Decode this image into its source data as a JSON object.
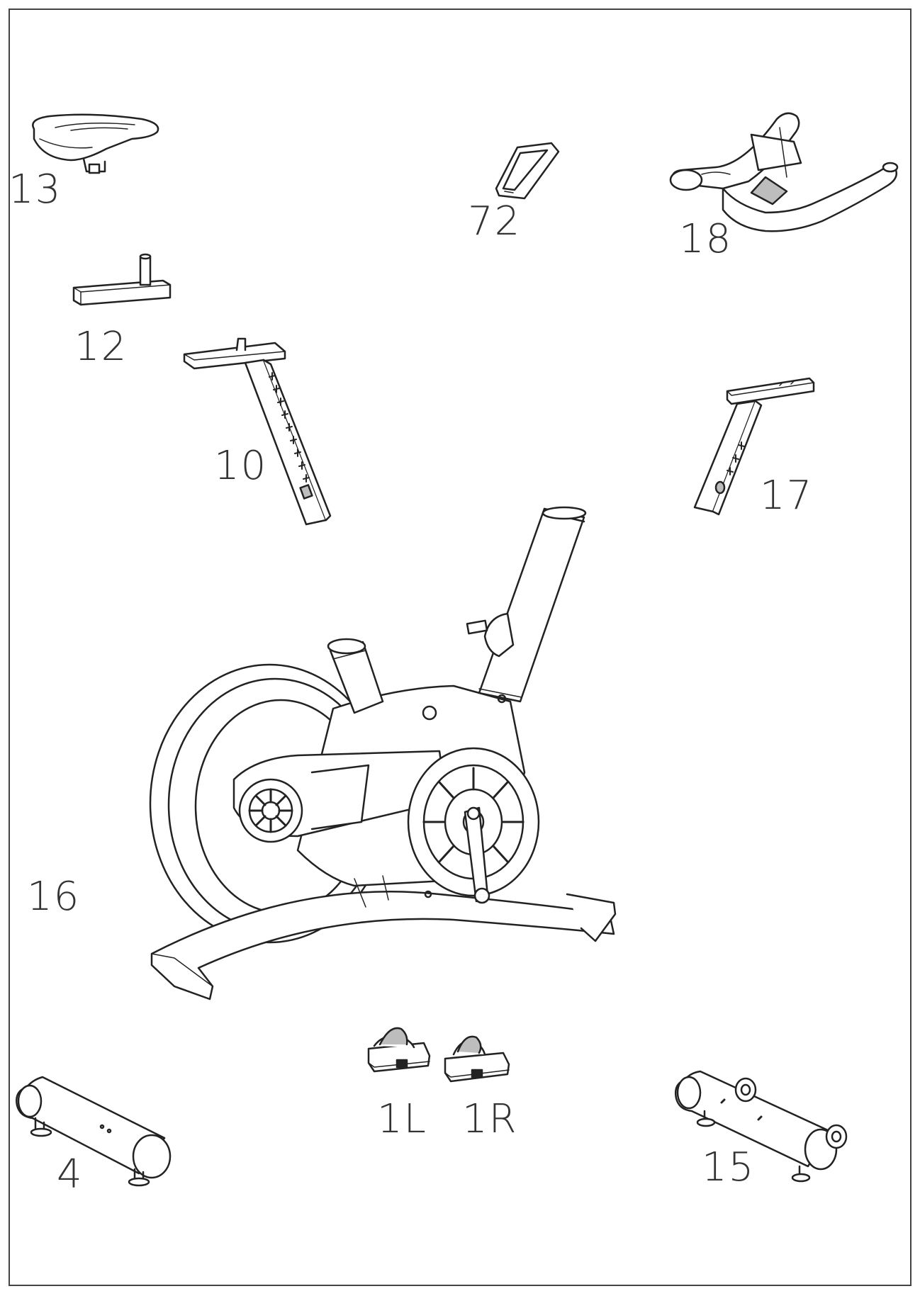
{
  "parts": {
    "seat": {
      "label": "13"
    },
    "console": {
      "label": "72"
    },
    "handlebar": {
      "label": "18"
    },
    "seat_slider": {
      "label": "12"
    },
    "seat_post": {
      "label": "10"
    },
    "handlebar_post": {
      "label": "17"
    },
    "main_frame": {
      "label": "16"
    },
    "left_pedal": {
      "label": "1L"
    },
    "right_pedal": {
      "label": "1R"
    },
    "rear_stabilizer": {
      "label": "4"
    },
    "front_stabilizer": {
      "label": "15"
    }
  },
  "colors": {
    "line": "#222222",
    "label": "#333333",
    "fill": "#ffffff",
    "shade": "#bdbdbd"
  }
}
